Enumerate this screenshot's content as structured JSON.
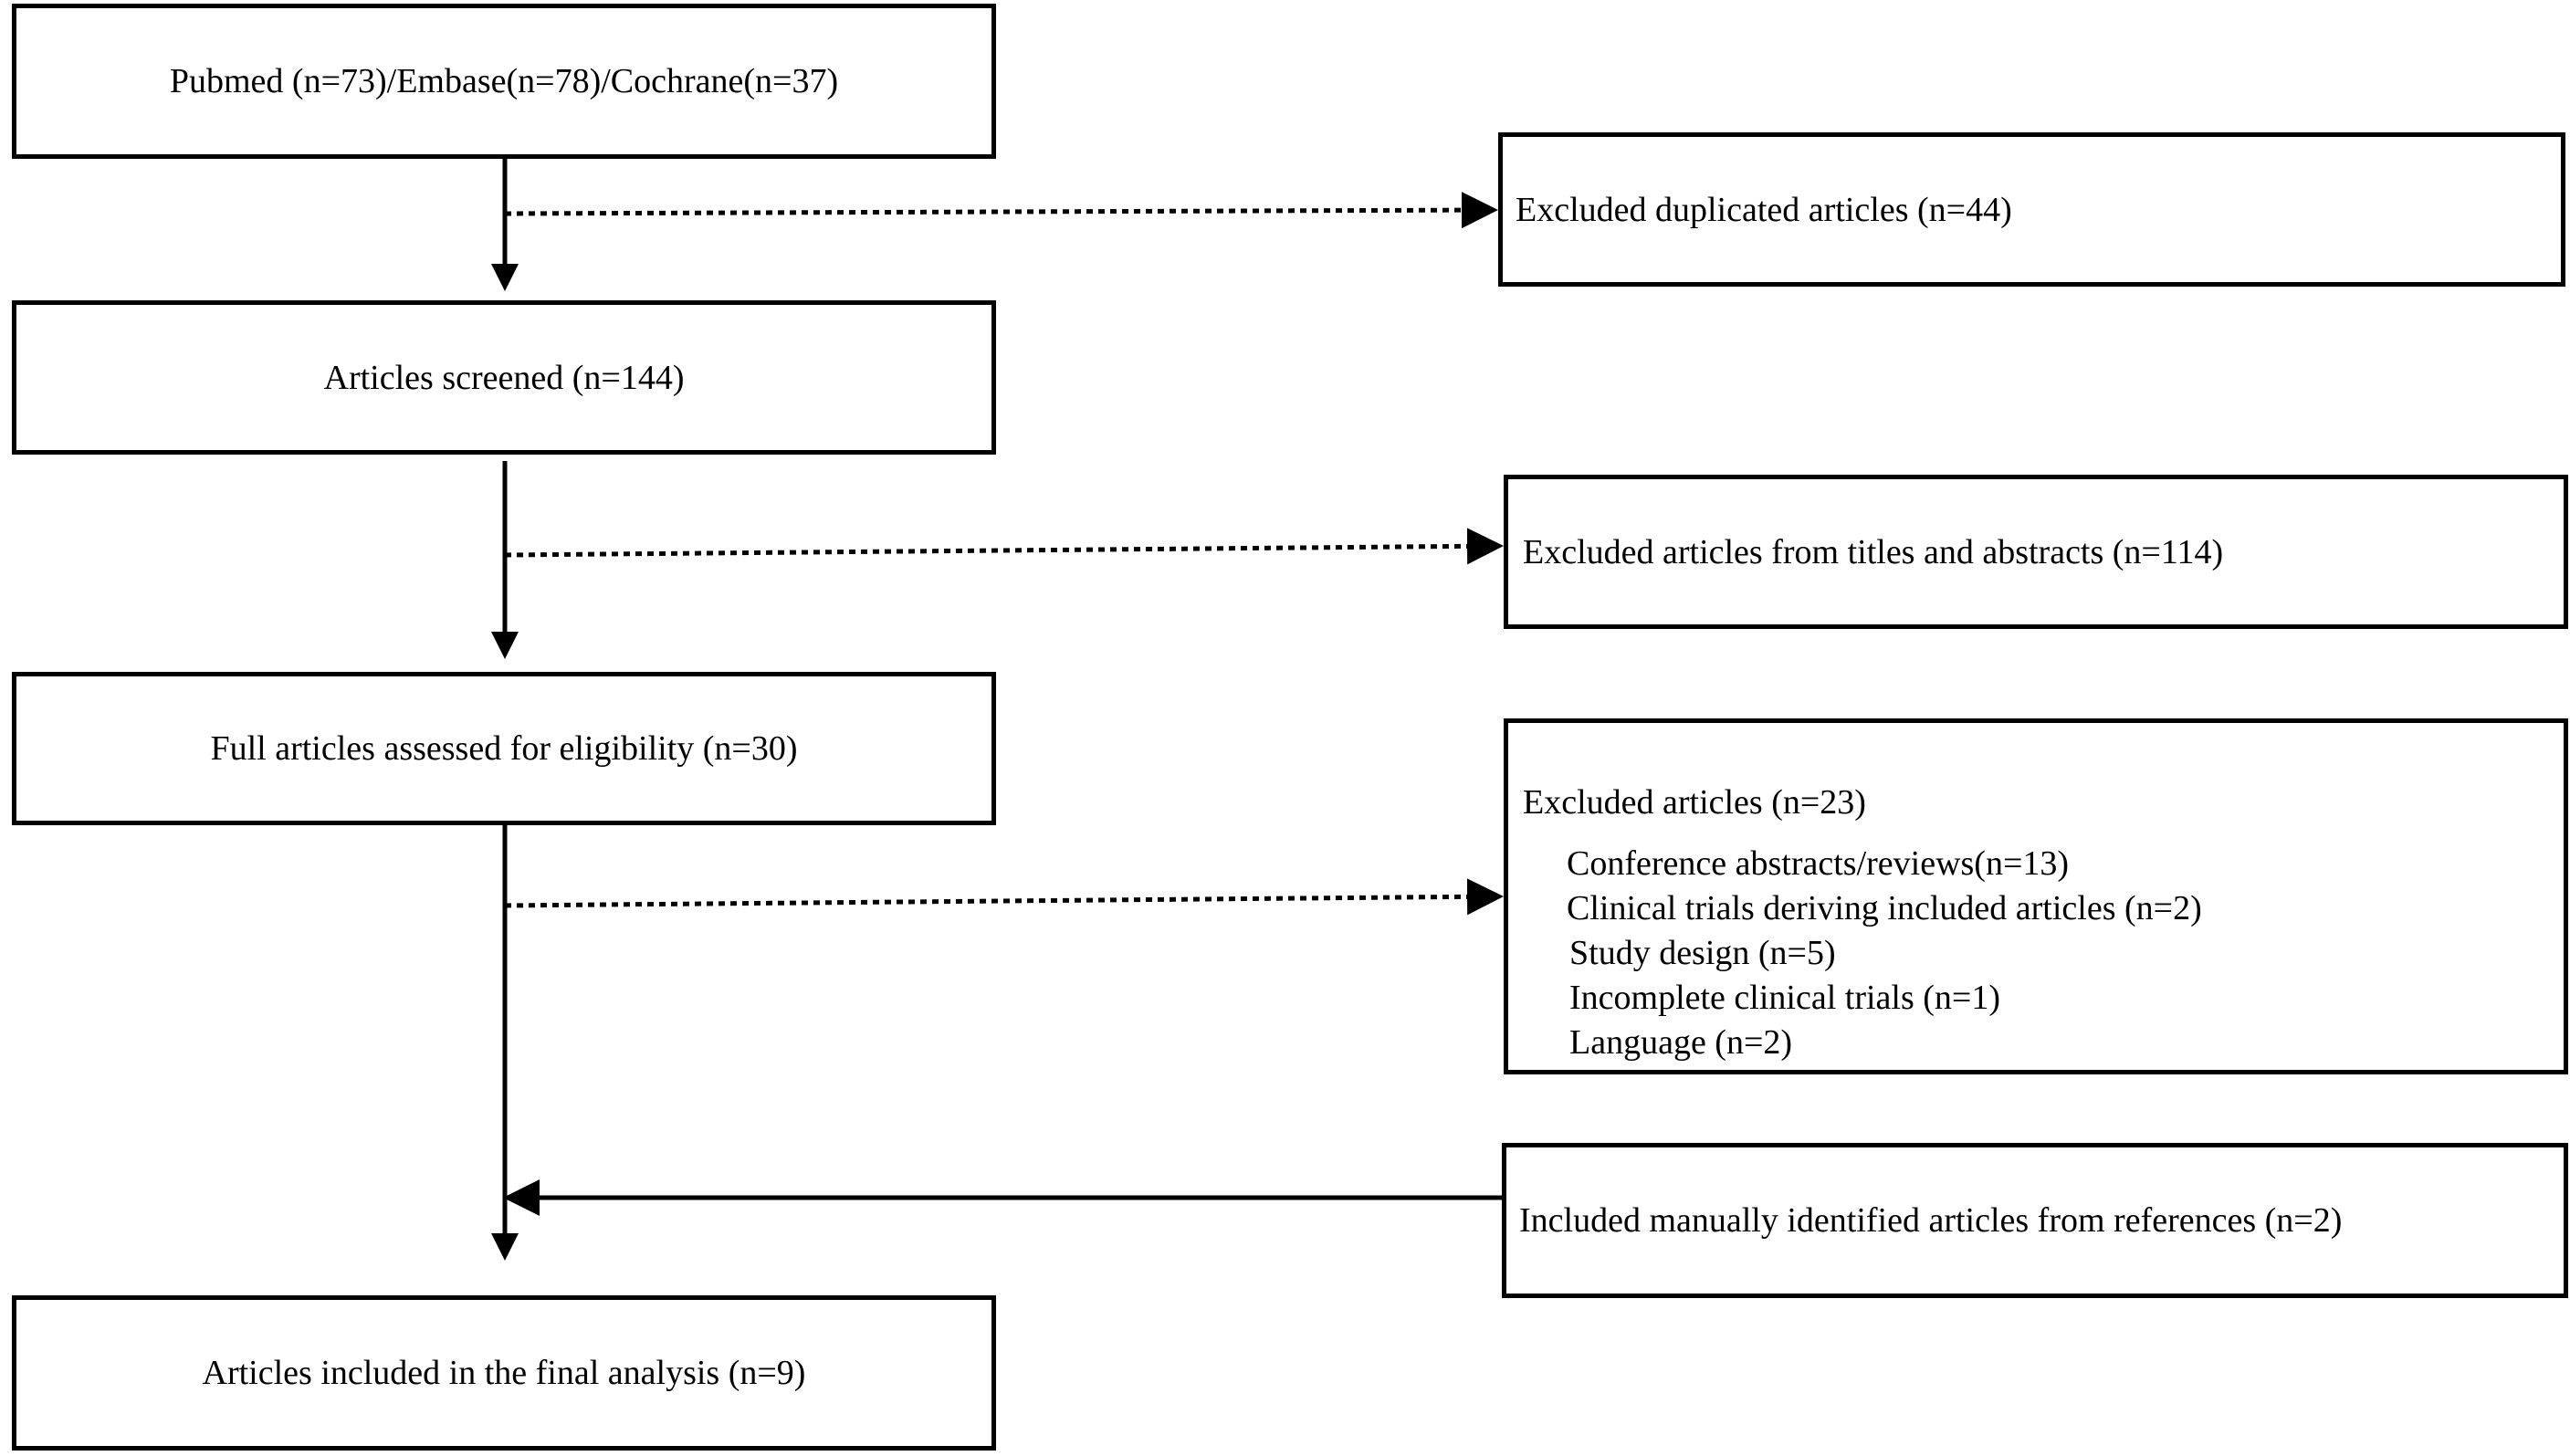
{
  "boxes": {
    "identified": "Pubmed (n=73)/Embase(n=78)/Cochrane(n=37)",
    "screened": "Articles screened (n=144)",
    "full_text": "Full articles assessed for eligibility (n=30)",
    "included": "Articles included in the final analysis (n=9)",
    "excluded_duplicates": "Excluded duplicated articles (n=44)",
    "excluded_titles_abstracts": "Excluded articles from titles and abstracts (n=114)",
    "excluded_full_text": {
      "title": "Excluded articles (n=23)",
      "reasons": [
        "Conference abstracts/reviews(n=13)",
        "Clinical trials deriving included articles (n=2)",
        "Study design (n=5)",
        "Incomplete clinical trials (n=1)",
        "Language (n=2)"
      ]
    },
    "manual_addition": "Included manually identified articles from references (n=2)"
  }
}
